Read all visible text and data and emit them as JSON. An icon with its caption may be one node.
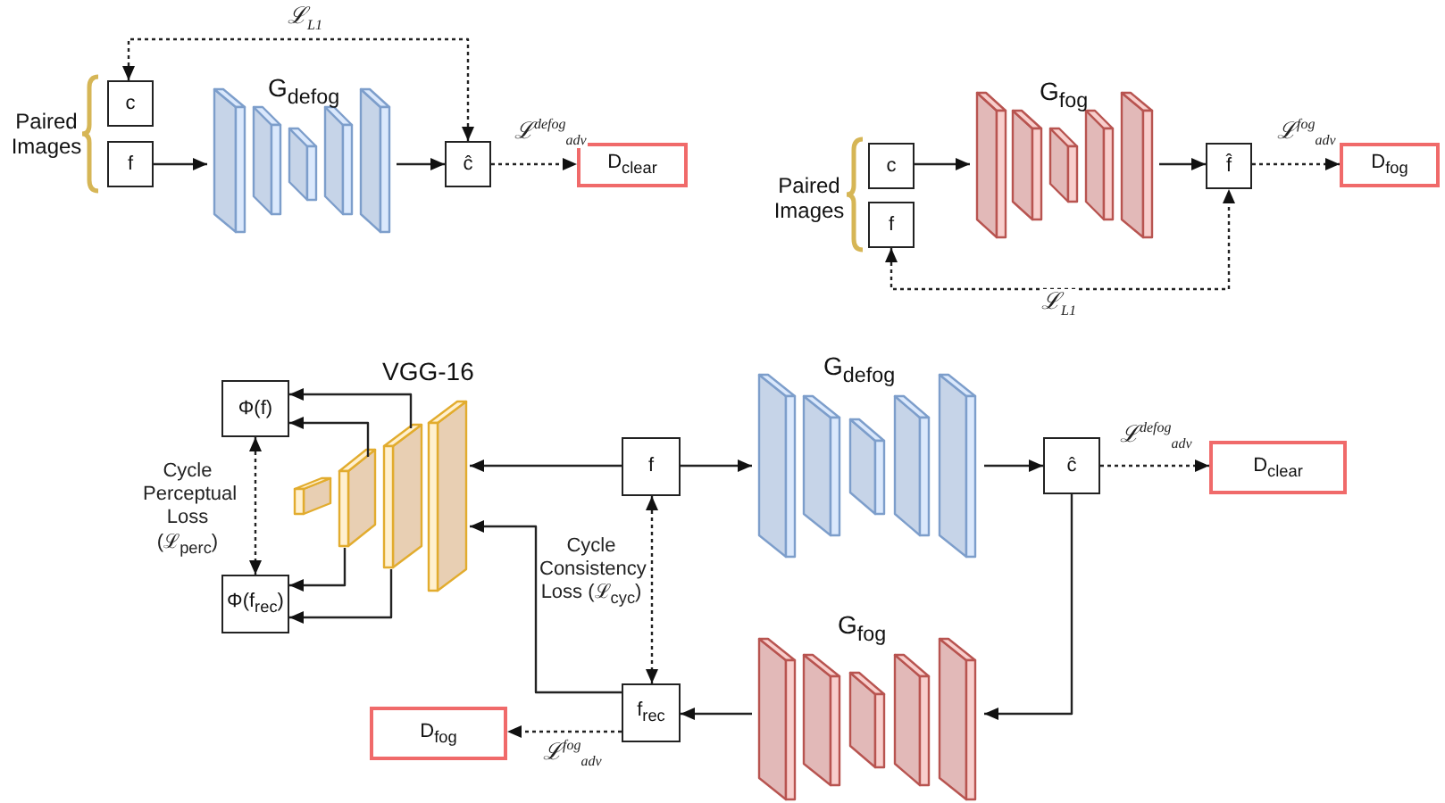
{
  "diagram": {
    "nodes": [
      {
        "text": [
          "c"
        ]
      },
      {
        "text": [
          "f"
        ]
      },
      {
        "text": [
          "G$_{defog}$"
        ]
      },
      {
        "text": [
          "ĉ"
        ]
      },
      {
        "text": [
          "D$_{clear}$"
        ]
      },
      {
        "text": [
          "c"
        ]
      },
      {
        "text": [
          "f"
        ]
      },
      {
        "text": [
          "G$_{fog}$"
        ]
      },
      {
        "text": [
          "f̂"
        ]
      },
      {
        "text": [
          "D$_{fog}$"
        ]
      },
      {
        "text": [
          "Φ(f)"
        ]
      },
      {
        "text": [
          "Φ(f$_{rec}$)"
        ]
      },
      {
        "text": [
          "VGG-16"
        ]
      },
      {
        "text": [
          "f"
        ]
      },
      {
        "text": [
          "G$_{defog}$"
        ]
      },
      {
        "text": [
          "ĉ"
        ]
      },
      {
        "text": [
          "D$_{clear}$"
        ]
      },
      {
        "text": [
          "G$_{fog}$"
        ]
      },
      {
        "text": [
          "f$_{rec}$"
        ]
      },
      {
        "text": [
          "D$_{fog}$"
        ]
      }
    ],
    "edges": [
      {
        "from": 1,
        "to": 2,
        "arrow": "to"
      },
      {
        "from": 2,
        "to": 3,
        "arrow": "to"
      },
      {
        "from": 3,
        "to": 4,
        "arrow": "to",
        "style": "dashed",
        "label": "ℒ$^{defog}$$_{adv}$"
      },
      {
        "from": 0,
        "to": 3,
        "arrow": "both",
        "style": "dashed",
        "label": "ℒ$_{L1}$"
      },
      {
        "from": 5,
        "to": 7,
        "arrow": "to"
      },
      {
        "from": 7,
        "to": 8,
        "arrow": "to"
      },
      {
        "from": 8,
        "to": 9,
        "arrow": "to",
        "style": "dashed",
        "label": "ℒ$^{fog}$$_{adv}$"
      },
      {
        "from": 6,
        "to": 8,
        "arrow": "both",
        "style": "dashed",
        "label": "ℒ$_{L1}$"
      },
      {
        "from": 13,
        "to": 12,
        "arrow": "to"
      },
      {
        "from": 13,
        "to": 14,
        "arrow": "to"
      },
      {
        "from": 14,
        "to": 15,
        "arrow": "to"
      },
      {
        "from": 15,
        "to": 16,
        "arrow": "to",
        "style": "dashed",
        "label": "ℒ$^{defog}$$_{adv}$"
      },
      {
        "from": 15,
        "to": 17,
        "arrow": "to"
      },
      {
        "from": 17,
        "to": 18,
        "arrow": "to"
      },
      {
        "from": 18,
        "to": 12,
        "arrow": "to"
      },
      {
        "from": 18,
        "to": 19,
        "arrow": "to",
        "style": "dashed",
        "label": "ℒ$^{fog}$$_{adv}$"
      },
      {
        "from": 13,
        "to": 18,
        "arrow": "both",
        "style": "dashed",
        "label": "Cycle Consistency Loss (ℒ$_{cyc}$)"
      },
      {
        "from": 10,
        "to": 11,
        "arrow": "both",
        "style": "dashed",
        "label": "Cycle Perceptual Loss (ℒ$_{perc}$)"
      },
      {
        "from": 12,
        "to": 10,
        "arrow": "to"
      },
      {
        "from": 12,
        "to": 10,
        "arrow": "to"
      },
      {
        "from": 12,
        "to": 11,
        "arrow": "to"
      },
      {
        "from": 12,
        "to": 11,
        "arrow": "to"
      }
    ],
    "labels": [
      "Paired Images",
      "Paired Images"
    ]
  }
}
